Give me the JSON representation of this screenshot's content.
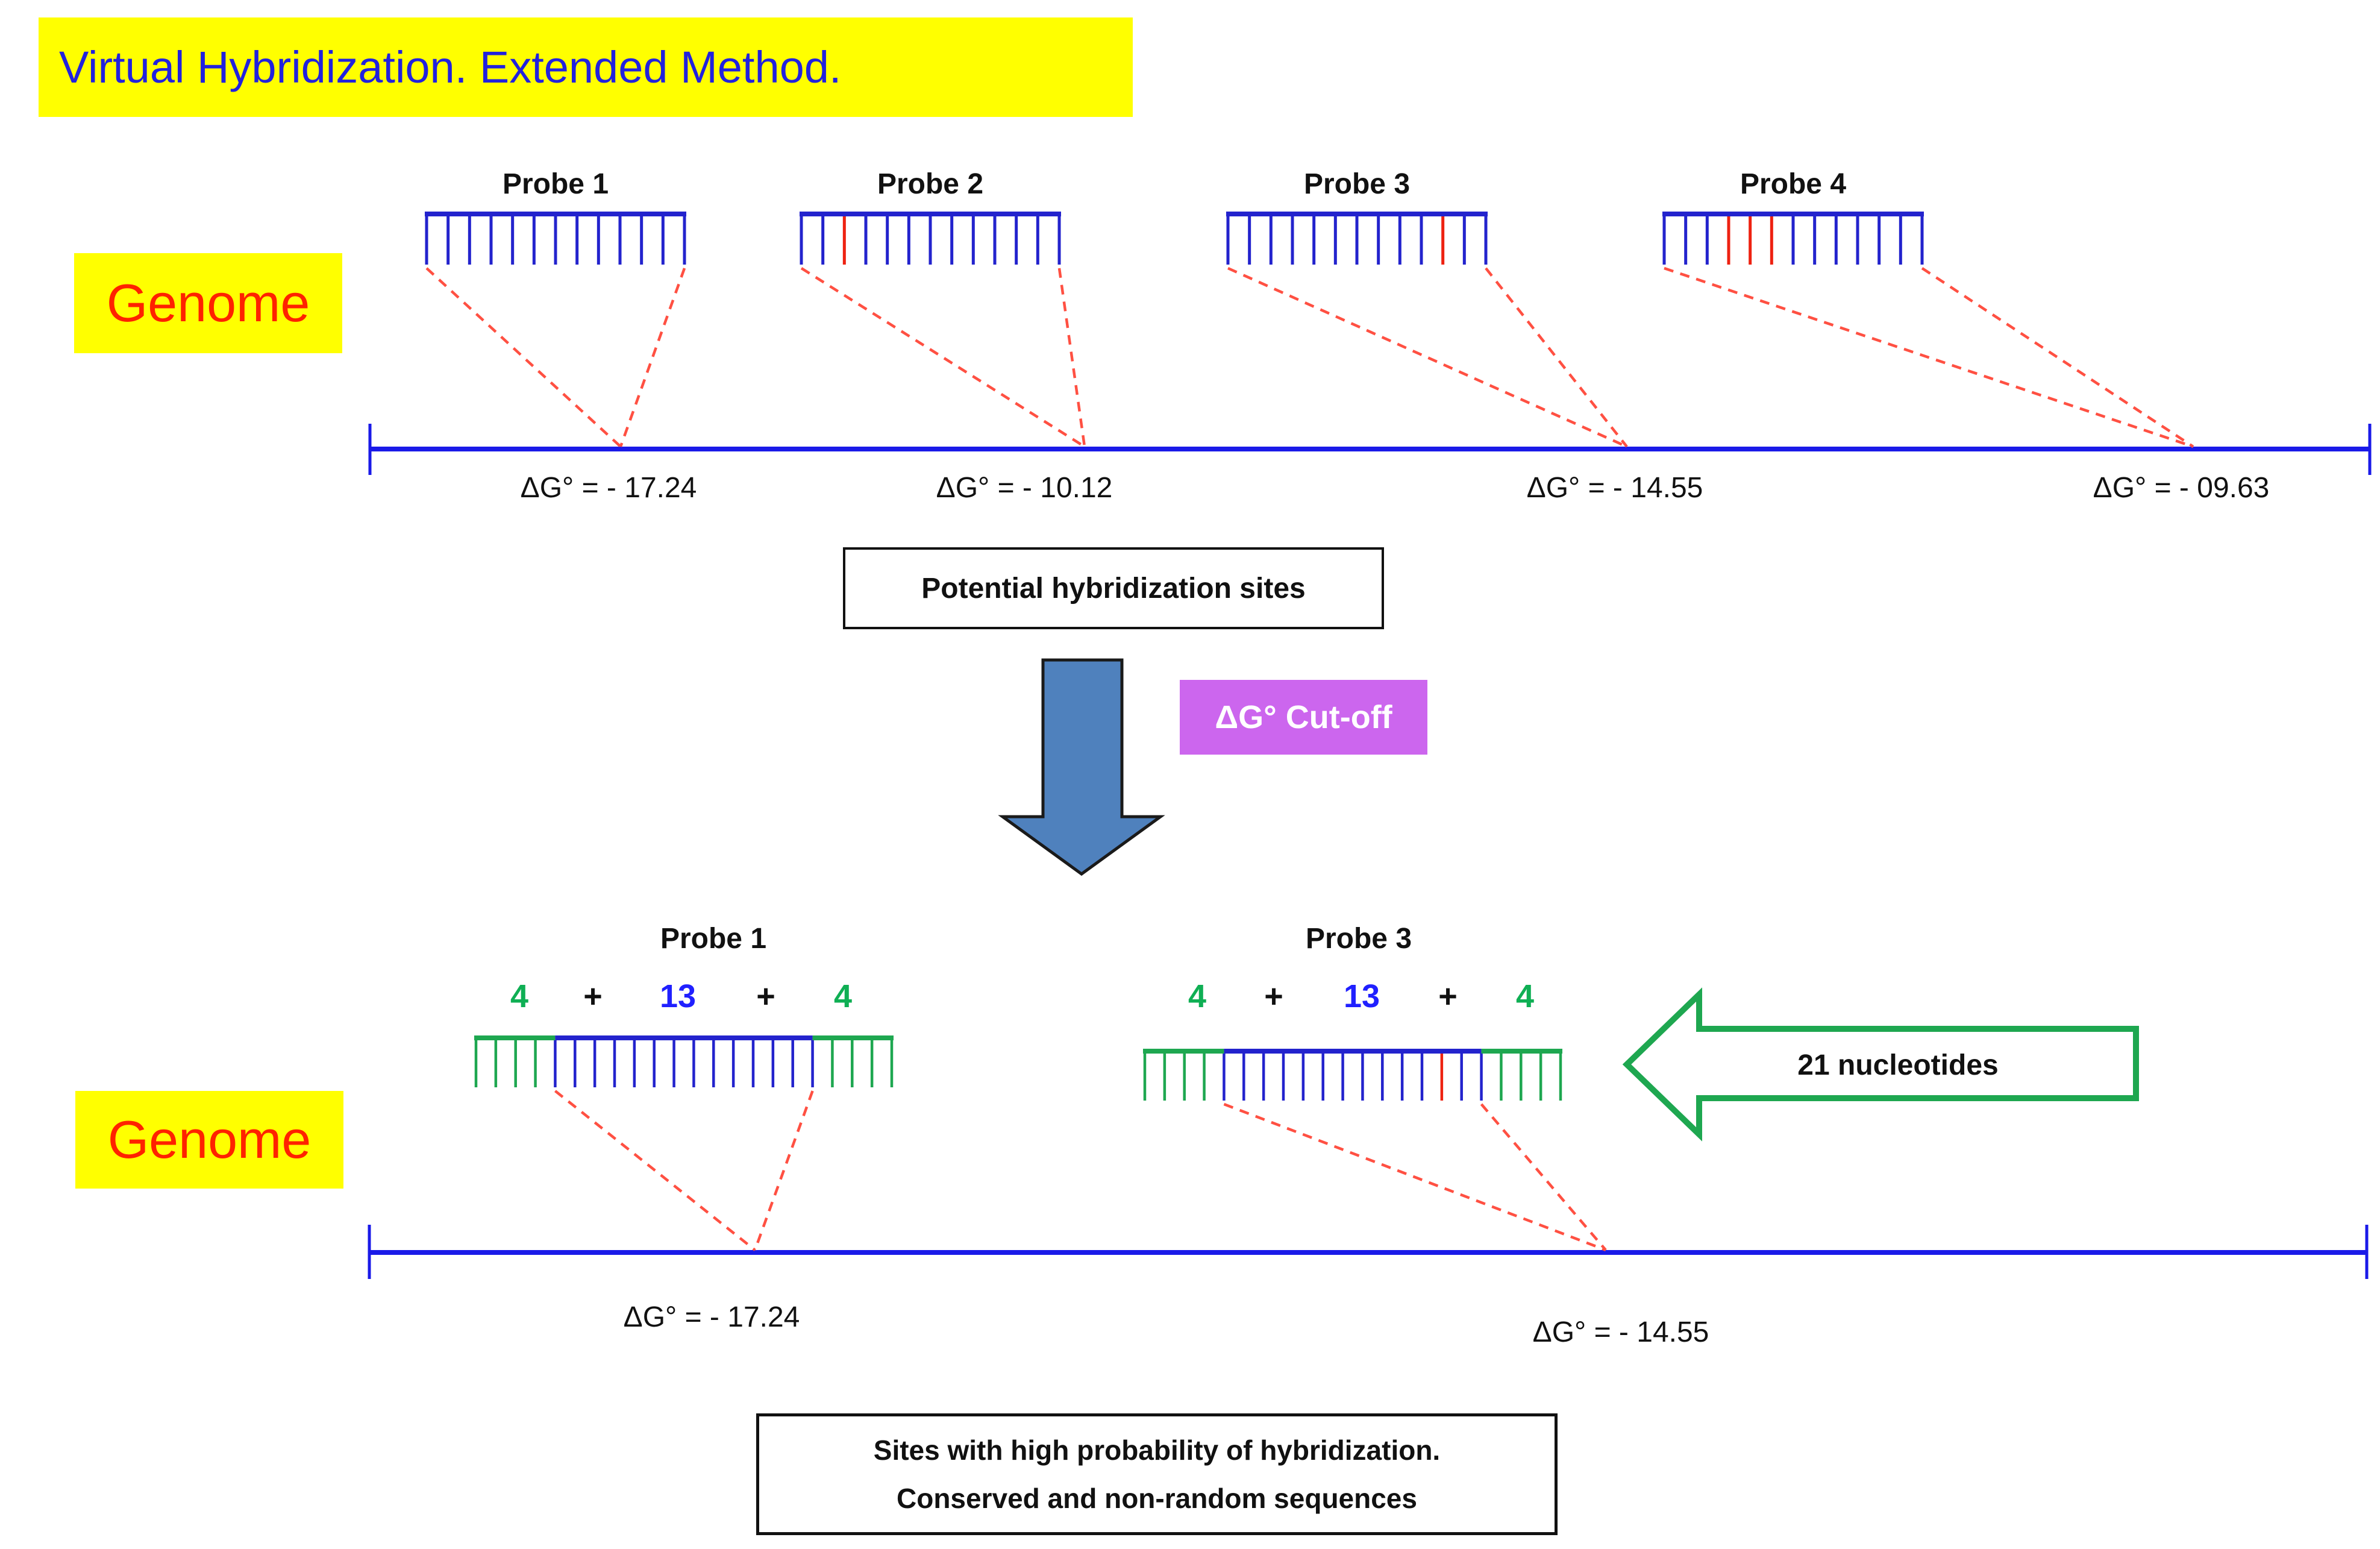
{
  "title": "Virtual Hybridization. Extended Method.",
  "genome_top": "Genome",
  "genome_bottom": "Genome",
  "top_section": {
    "caption": "Potential hybridization sites",
    "probes": [
      {
        "label": "Probe 1",
        "tick_count": 13,
        "red_tick_indices": [],
        "dg_label": "ΔG° = - 17.24"
      },
      {
        "label": "Probe 2",
        "tick_count": 13,
        "red_tick_indices": [
          2
        ],
        "dg_label": "ΔG° = - 10.12"
      },
      {
        "label": "Probe 3",
        "tick_count": 13,
        "red_tick_indices": [
          10
        ],
        "dg_label": "ΔG° = - 14.55"
      },
      {
        "label": "Probe 4",
        "tick_count": 13,
        "red_tick_indices": [
          3,
          4,
          5
        ],
        "dg_label": "ΔG° = - 09.63"
      }
    ]
  },
  "cutoff_label": "ΔG° Cut-off",
  "bottom_section": {
    "arrow_label": "21 nucleotides",
    "caption_line1": "Sites with high probability of hybridization.",
    "caption_line2": "Conserved and non-random sequences",
    "probes": [
      {
        "label": "Probe 1",
        "formula": [
          {
            "t": "4",
            "c": "green"
          },
          {
            "t": "+",
            "c": "black"
          },
          {
            "t": "13",
            "c": "blue"
          },
          {
            "t": "+",
            "c": "black"
          },
          {
            "t": "4",
            "c": "green"
          }
        ],
        "tick_count": 22,
        "flank_ticks": 4,
        "core_ticks": 14,
        "red_tick_indices": [],
        "dg_label": "ΔG° = - 17.24"
      },
      {
        "label": "Probe 3",
        "formula": [
          {
            "t": "4",
            "c": "green"
          },
          {
            "t": "+",
            "c": "black"
          },
          {
            "t": "13",
            "c": "blue"
          },
          {
            "t": "+",
            "c": "black"
          },
          {
            "t": "4",
            "c": "green"
          }
        ],
        "tick_count": 22,
        "flank_ticks": 4,
        "core_ticks": 14,
        "red_tick_indices": [
          15
        ],
        "dg_label": "ΔG° = - 14.55"
      }
    ]
  },
  "colors": {
    "banner_bg": "#FFFF00",
    "title_text": "#2222DD",
    "genome_text": "#FF2200",
    "probe_blue": "#2323CD",
    "mismatch_red": "#EE2211",
    "dash_red": "#FF5042",
    "genome_line_blue": "#1A1AE8",
    "green": "#1EA750",
    "sum_green": "#0FAF54",
    "sum_blue": "#2020FF",
    "text_black": "#111111",
    "cutoff_bg": "#CC66EE",
    "cutoff_text": "#FFFFFF",
    "big_arrow_fill": "#4F81BD",
    "big_arrow_stroke": "#1A1A1A"
  }
}
